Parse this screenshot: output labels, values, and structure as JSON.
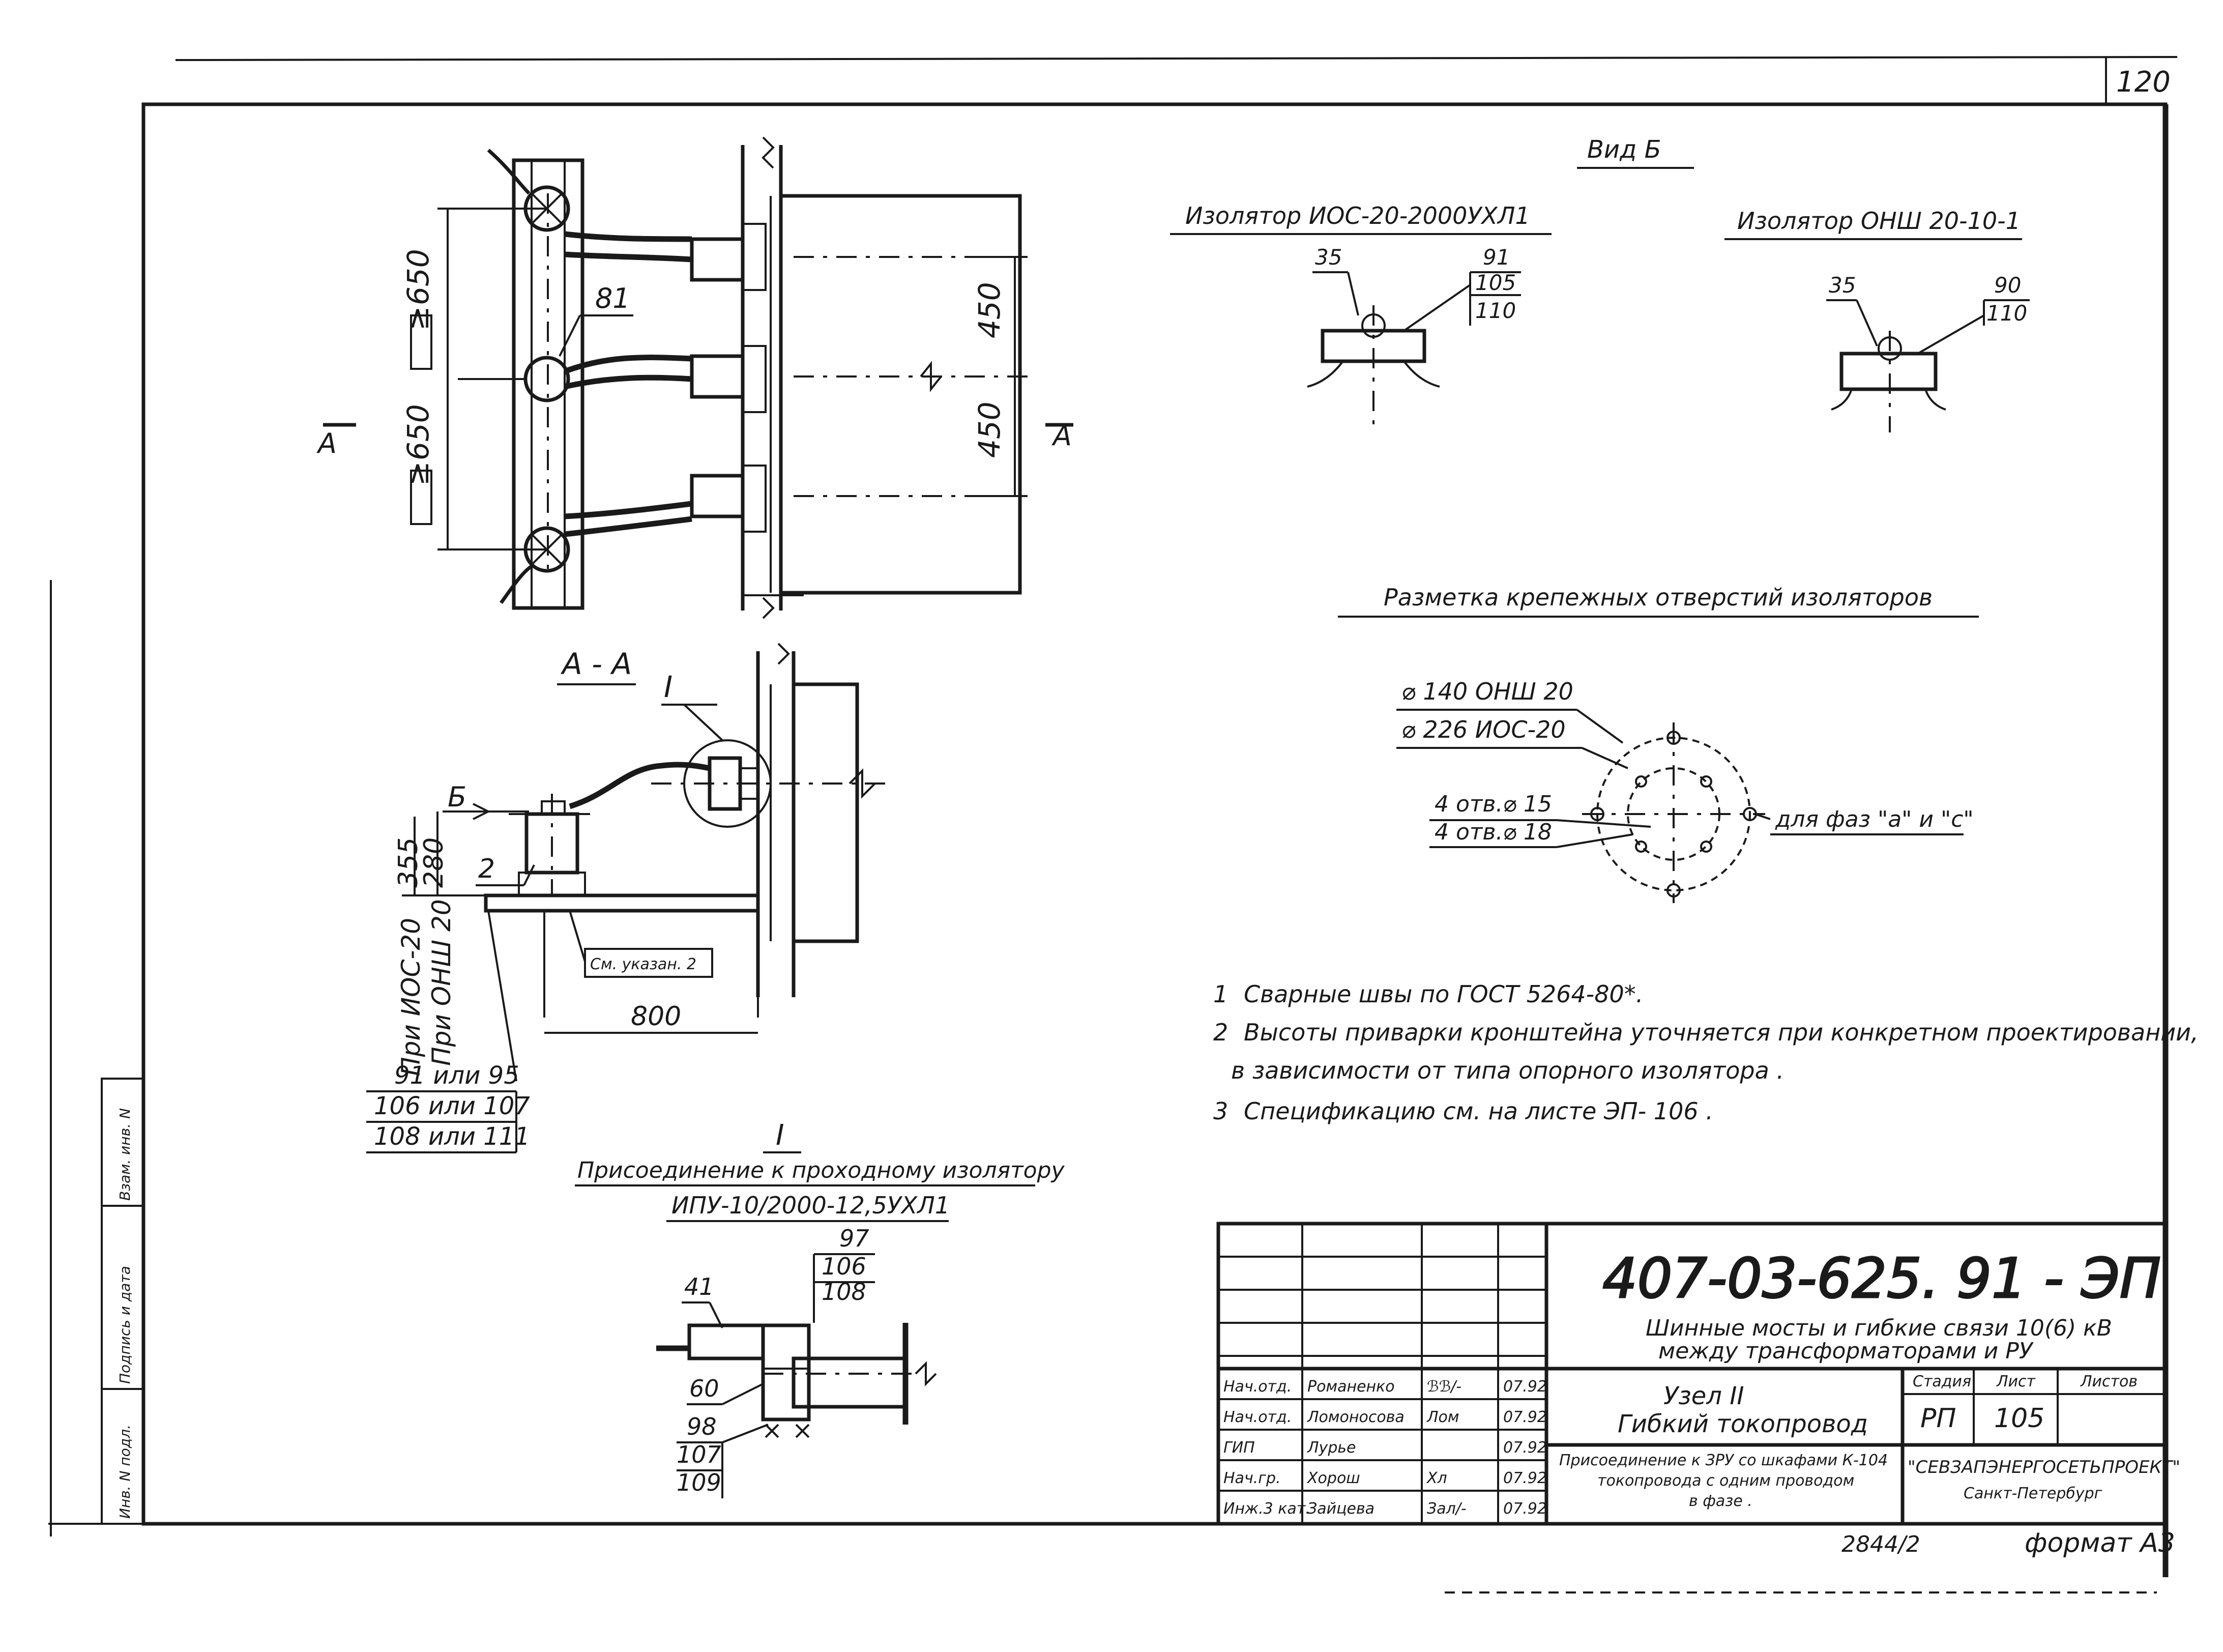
{
  "sheet_number": "120",
  "plan_view": {
    "dims": [
      "650",
      "650",
      "450",
      "450"
    ],
    "section_marks": [
      "A",
      "A"
    ],
    "callout": "81"
  },
  "section_aa": {
    "title": "A - A",
    "node_mark": "I",
    "view_mark": "Б",
    "dims": [
      "355",
      "280",
      "800"
    ],
    "callout": "2",
    "note_ref": "См. указан. 2",
    "rotated_1": "При ИОС-20",
    "rotated_2": "При ОНШ 20",
    "positions": [
      "91 или 95",
      "106 или 107",
      "108 или 111"
    ]
  },
  "node_i": {
    "mark": "I",
    "title": "Присоединение к проходному изолятору",
    "subtitle": "ИПУ-10/2000-12,5УХЛ1",
    "callouts_top": [
      "97",
      "106",
      "108"
    ],
    "callout_41": "41",
    "callout_60": "60",
    "callouts_bottom": [
      "98",
      "107",
      "109"
    ]
  },
  "view_b": {
    "title": "Вид Б",
    "ins1": {
      "title": "Изолятор ИОС-20-2000УХЛ1",
      "left": "35",
      "right": [
        "91",
        "105",
        "110"
      ]
    },
    "ins2": {
      "title": "Изолятор ОНШ 20-10-1",
      "left": "35",
      "right": [
        "90",
        "110"
      ]
    }
  },
  "holes": {
    "title": "Разметка крепежных отверстий изоляторов",
    "d1": "⌀ 140  ОНШ 20",
    "d2": "⌀ 226  ИОС-20",
    "h1": "4 отв.⌀ 15",
    "h2": "4 отв.⌀ 18",
    "phases": "для фаз  \"а\" и \"с\""
  },
  "notes": [
    {
      "n": "1",
      "text": "Сварные швы по ГОСТ 5264-80*."
    },
    {
      "n": "2",
      "text": "Высоты приварки кронштейна уточняется при конкретном проектировании,"
    },
    {
      "n": "",
      "text": "в зависимости от типа опорного изолятора ."
    },
    {
      "n": "3",
      "text": "Спецификацию см. на листе ЭП- 106 ."
    }
  ],
  "stamp": {
    "code": "407-03-625. 91 - ЭП",
    "title1": "Шинные мосты и гибкие связи 10(6) кВ",
    "title2": "между трансформаторами и РУ",
    "node1": "Узел II",
    "node2": "Гибкий токопровод",
    "desc1": "Присоединение к ЗРУ со шкафами К-104",
    "desc2": "токопровода с одним проводом",
    "desc3": "в фазе .",
    "col_stage": "Стадия",
    "col_sheet": "Лист",
    "col_sheets": "Листов",
    "stage": "РП",
    "sheet": "105",
    "org1": "\"СЕВЗАПЭНЕРГОСЕТЬПРОЕКТ\"",
    "org2": "Санкт-Петербург",
    "staff": [
      {
        "role": "Нач.отд.",
        "name": "Романенко",
        "sign": "ℬℬ/-",
        "date": "07.92"
      },
      {
        "role": "Нач.отд.",
        "name": "Ломоносова",
        "sign": "Лом",
        "date": "07.92"
      },
      {
        "role": "ГИП",
        "name": "Лурье",
        "sign": "",
        "date": "07.92"
      },
      {
        "role": "Нач.гр.",
        "name": "Хорош",
        "sign": "Хл",
        "date": "07.92"
      },
      {
        "role": "Инж.3 кат.",
        "name": "Зайцева",
        "sign": "Зал/-",
        "date": "07.92"
      }
    ]
  },
  "side_stamp": [
    "Инв. N подл.",
    "Подпись и дата",
    "Взам. инв. N"
  ],
  "inv_number": "2844/2",
  "format": "формат А3"
}
